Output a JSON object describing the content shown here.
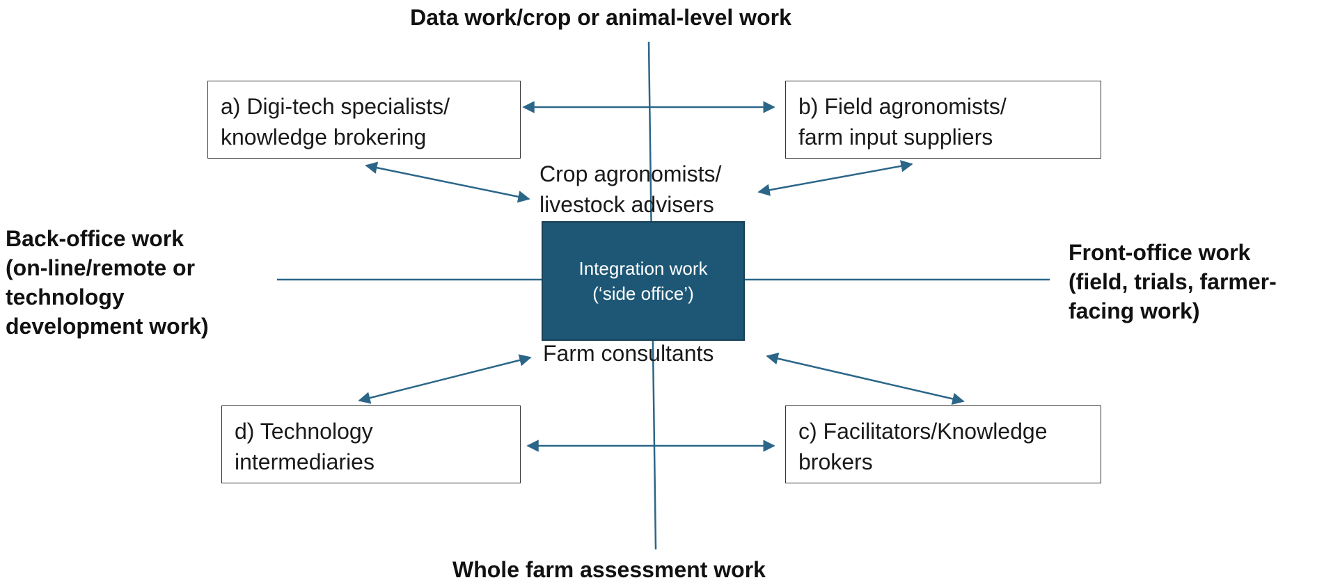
{
  "axes": {
    "top": "Data work/crop or animal-level work",
    "bottom": "Whole farm assessment work",
    "left": [
      "Back-office work",
      "(on-line/remote or",
      "technology",
      "development work)"
    ],
    "right": [
      "Front-office work",
      "(field, trials, farmer-",
      "facing work)"
    ]
  },
  "boxes": {
    "a": [
      "a)  Digi-tech specialists/",
      "knowledge brokering"
    ],
    "b": [
      "b) Field agronomists/",
      "farm input suppliers"
    ],
    "c": [
      "c) Facilitators/Knowledge",
      "brokers"
    ],
    "d": [
      "d) Technology",
      "intermediaries"
    ]
  },
  "center": {
    "label": [
      "Integration work",
      "(‘side office’)"
    ],
    "above": [
      "Crop agronomists/",
      "livestock advisers"
    ],
    "below": "Farm consultants"
  },
  "colors": {
    "center_fill": "#1d5775",
    "arrow": "#2b6688",
    "axis_line": "#2b6688",
    "box_border": "#333333"
  }
}
